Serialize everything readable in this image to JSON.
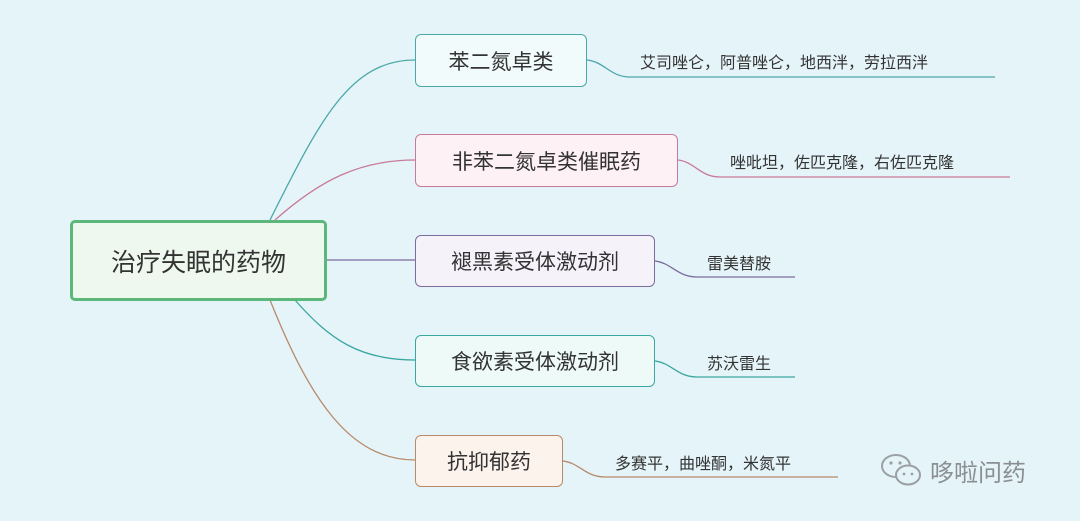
{
  "root": {
    "label": "治疗失眠的药物"
  },
  "branches": [
    {
      "label": "苯二氮卓类",
      "children": "艾司唑仑，阿普唑仑，地西泮，劳拉西泮",
      "color": "#4aa8a8"
    },
    {
      "label": "非苯二氮卓类催眠药",
      "children": "唑吡坦，佐匹克隆，右佐匹克隆",
      "color": "#c77a99"
    },
    {
      "label": "褪黑素受体激动剂",
      "children": "雷美替胺",
      "color": "#7c6ca0"
    },
    {
      "label": "食欲素受体激动剂",
      "children": "苏沃雷生",
      "color": "#3aa7a0"
    },
    {
      "label": "抗抑郁药",
      "children": "多赛平，曲唑酮，米氮平",
      "color": "#b88a6a"
    }
  ],
  "watermark": {
    "text": "哆啦问药",
    "icon": "wechat-icon"
  }
}
